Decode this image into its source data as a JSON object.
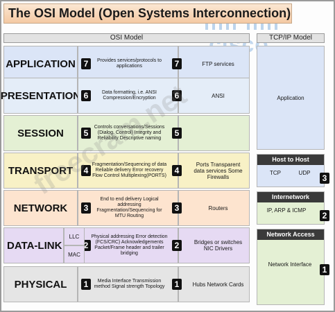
{
  "title": "The OSI Model (Open Systems Interconnection)",
  "logo": {
    "text": "cisco"
  },
  "watermark": "freecram.net",
  "osi_header": "OSI Model",
  "tcp_header": "TCP/IP Model",
  "layers": [
    {
      "name": "APPLICATION",
      "number": "7",
      "description": "Provides services/protocols to applications",
      "protocols": "FTP services",
      "color": "#dbe5f7"
    },
    {
      "name": "PRESENTATION",
      "number": "6",
      "description": "Data formatting, i.e. ANSI Compression/Encryption",
      "protocols": "ANSI",
      "color": "#e4edf8"
    },
    {
      "name": "SESSION",
      "number": "5",
      "description": "Controls conversations/Sessions (Dialog. Control) Integrity and Reliability Descriptive naming",
      "protocols": "",
      "color": "#e4f0d4"
    },
    {
      "name": "TRANSPORT",
      "number": "4",
      "description": "Fragmentation/Sequencing of data Reliable delivery Error recovery Flow Control Multiplexing(PORTS)",
      "protocols": "Ports Transparent data services Some Firewalls",
      "color": "#f8f1c6"
    },
    {
      "name": "NETWORK",
      "number": "3",
      "description": "End to end delivery Logical addressing Fragmentation/Sequencing for MTU Routing",
      "protocols": "Routers",
      "color": "#fde4cf"
    },
    {
      "name": "DATA-LINK",
      "number": "2",
      "description": "Physical addressing Error detection (FCS/CRC) Acknowledgements Packet/Frame header and trailer bridging",
      "protocols": "Bridges or switches NIC Drivers",
      "color": "#e6daf3",
      "sublayers": [
        "LLC",
        "MAC"
      ]
    },
    {
      "name": "PHYSICAL",
      "number": "1",
      "description": "Media Interface Transmission method Signal strength Topology",
      "protocols": "Hubs Network Cards",
      "color": "#e5e5e5"
    }
  ],
  "tcp": {
    "application": {
      "label": "Application",
      "color": "#dbe5f7"
    },
    "host_to_host": {
      "title": "Host to Host",
      "tcp": "TCP",
      "udp": "UDP",
      "number": "3",
      "color": "#dbe5f7"
    },
    "internetwork": {
      "title": "Internetwork",
      "protocols": "IP, ARP & ICMP",
      "number": "2",
      "color": "#e4f0d4"
    },
    "network_access": {
      "title": "Network Access",
      "label": "Network Interface",
      "number": "1",
      "color": "#e4f0d4"
    }
  }
}
